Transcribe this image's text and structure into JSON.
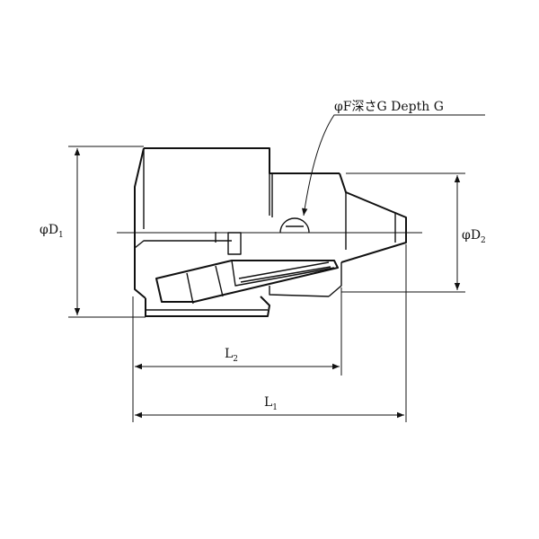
{
  "labels": {
    "phi": "φ",
    "d1_main": "D",
    "d1_sub": "1",
    "d2_main": "D",
    "d2_sub": "2",
    "l1_main": "L",
    "l1_sub": "1",
    "l2_main": "L",
    "l2_sub": "2",
    "callout": "φF深さG  Depth G"
  }
}
